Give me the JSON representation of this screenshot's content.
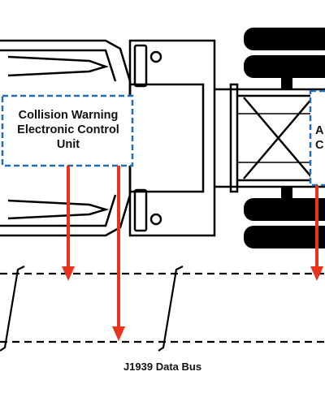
{
  "components": {
    "collision_ecu": {
      "label": "Collision Warning\nElectronic Control\nUnit"
    },
    "secondary_ecu": {
      "label_partial": "A\n   C"
    }
  },
  "bus": {
    "label": "J1939 Data Bus"
  },
  "colors": {
    "arrow": "#e8341c",
    "ecu_border": "#1f6fb2",
    "truck_outline": "#000000",
    "tire_fill": "#000000",
    "bus_line": "#000000"
  }
}
